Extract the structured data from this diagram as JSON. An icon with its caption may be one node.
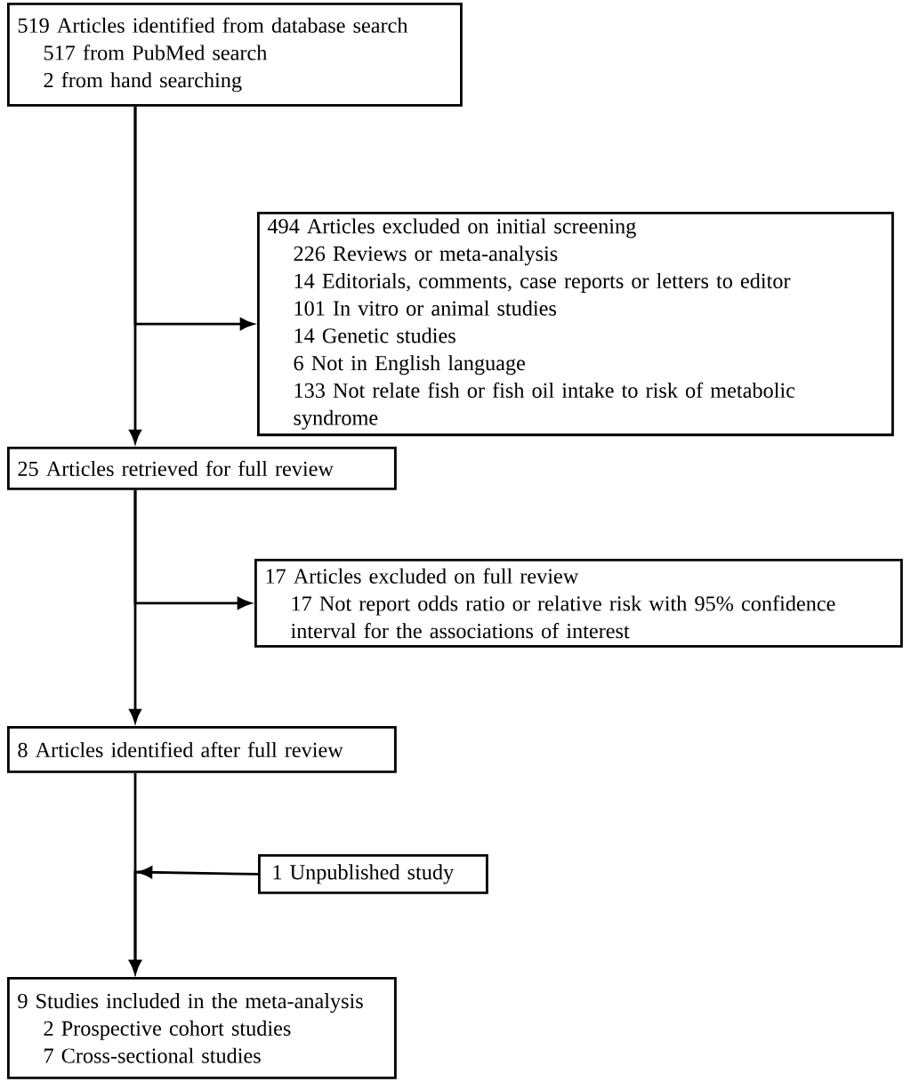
{
  "diagram": {
    "nodes": [
      {
        "text": [
          "519 Articles identified from database search",
          "517 from PubMed search",
          "2 from hand searching"
        ]
      },
      {
        "text": [
          "494 Articles excluded on initial screening",
          "226 Reviews or meta-analysis",
          "14 Editorials, comments, case reports or letters to editor",
          "101 In vitro or animal studies",
          "14 Genetic studies",
          "6 Not in English language",
          "133 Not relate fish or fish oil intake to risk of metabolic syndrome"
        ]
      },
      {
        "text": [
          "25 Articles retrieved for full review"
        ]
      },
      {
        "text": [
          "17 Articles excluded on full review",
          "17 Not report odds ratio or relative risk with 95% confidence interval for the associations of interest"
        ]
      },
      {
        "text": [
          "8 Articles identified after full review"
        ]
      },
      {
        "text": [
          "1 Unpublished study"
        ]
      },
      {
        "text": [
          "9 Studies included in the meta-analysis",
          "2 Prospective cohort studies",
          "7 Cross-sectional studies"
        ]
      }
    ],
    "edges": [
      {
        "from": 0,
        "to": 2,
        "arrow": "to"
      },
      {
        "from": 0,
        "to": 1,
        "arrow": "to"
      },
      {
        "from": 2,
        "to": 4,
        "arrow": "to"
      },
      {
        "from": 2,
        "to": 3,
        "arrow": "to"
      },
      {
        "from": 4,
        "to": 6,
        "arrow": "to"
      },
      {
        "from": 5,
        "to": 6,
        "arrow": "to"
      }
    ]
  }
}
